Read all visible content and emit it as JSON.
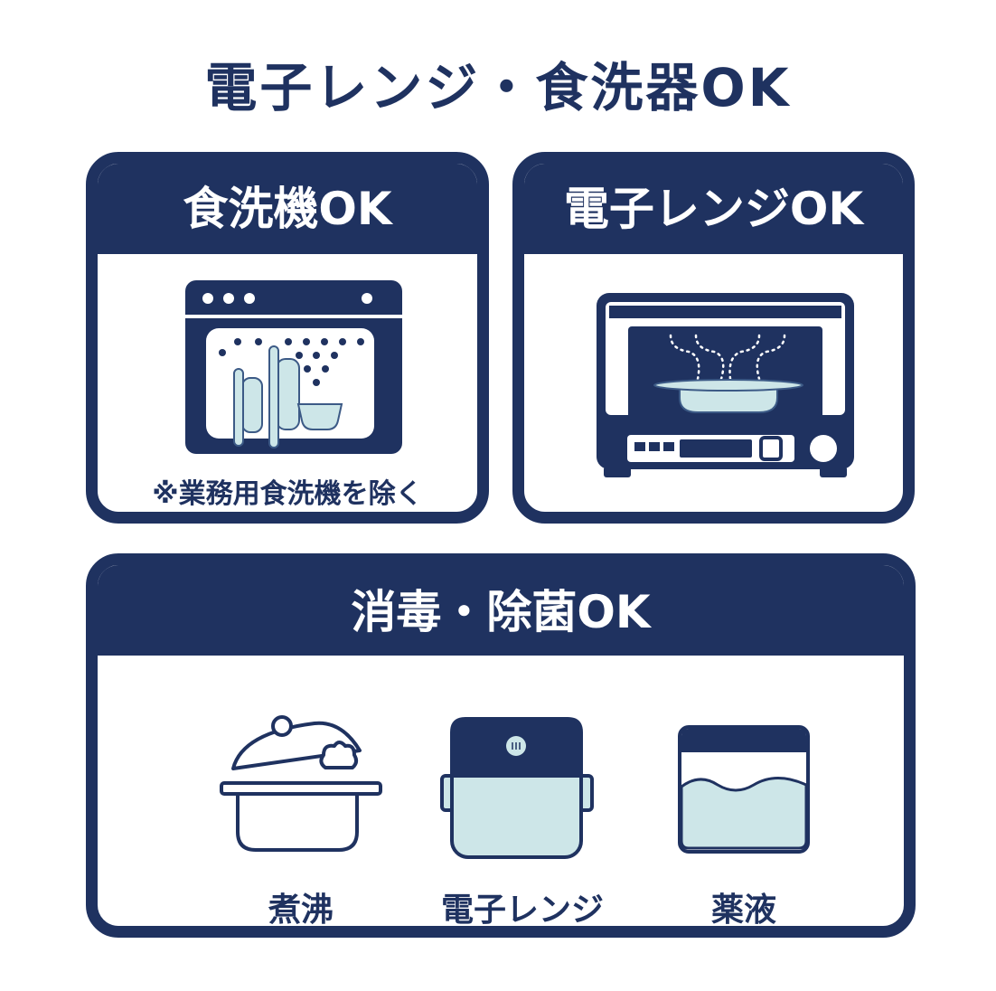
{
  "title": "電子レンジ・食洗器OK",
  "colors": {
    "navy": "#1f3260",
    "light_blue": "#cde6e8"
  },
  "cards": {
    "dishwasher": {
      "heading": "食洗機OK",
      "note": "※業務用食洗機を除く",
      "icon": "dishwasher-icon"
    },
    "microwave": {
      "heading": "電子レンジOK",
      "icon": "microwave-oven-icon"
    },
    "sterilize": {
      "heading": "消毒・除菌OK",
      "methods": [
        {
          "label": "煮沸",
          "icon": "boiling-pot-icon"
        },
        {
          "label": "電子レンジ",
          "icon": "microwave-container-icon"
        },
        {
          "label": "薬液",
          "icon": "chemical-solution-icon"
        }
      ]
    }
  }
}
